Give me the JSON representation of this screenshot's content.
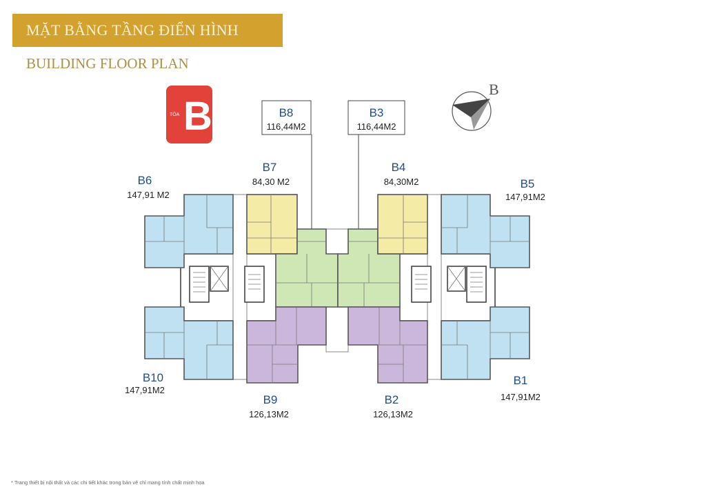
{
  "header": {
    "title_vi": "MẶT BẰNG TẦNG ĐIỂN HÌNH",
    "title_en": "BUILDING FLOOR PLAN"
  },
  "tower_badge": {
    "prefix": "TÒA",
    "letter": "B"
  },
  "compass": {
    "label": "B"
  },
  "units": {
    "b1": {
      "code": "B1",
      "area": "147,91M2"
    },
    "b2": {
      "code": "B2",
      "area": "126,13M2"
    },
    "b3": {
      "code": "B3",
      "area": "116,44M2"
    },
    "b4": {
      "code": "B4",
      "area": "84,30M2"
    },
    "b5": {
      "code": "B5",
      "area": "147,91M2"
    },
    "b6": {
      "code": "B6",
      "area": "147,91 M2"
    },
    "b7": {
      "code": "B7",
      "area": "84,30 M2"
    },
    "b8": {
      "code": "B8",
      "area": "116,44M2"
    },
    "b9": {
      "code": "B9",
      "area": "126,13M2"
    },
    "b10": {
      "code": "B10",
      "area": "147,91M2"
    }
  },
  "colors": {
    "banner": "#d3a12e",
    "unit_blue": "#bfe1f1",
    "unit_yellow": "#f4eba6",
    "unit_green": "#cfe6b5",
    "unit_purple": "#cbb7dc",
    "badge_red": "#e2423a"
  },
  "footnote": "* Trang thiết bị nội thất và các chi tiết khác trong bản vẽ chỉ mang tính chất minh họa"
}
